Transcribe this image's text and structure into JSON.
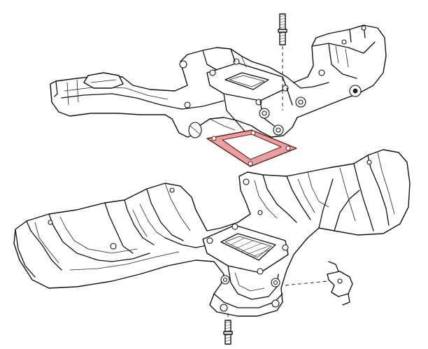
{
  "diagram": {
    "parts": [
      {
        "id": "upper-manifold",
        "label": ""
      },
      {
        "id": "gasket",
        "label": ""
      },
      {
        "id": "lower-manifold",
        "label": ""
      },
      {
        "id": "upper-stud",
        "label": ""
      },
      {
        "id": "lower-stud",
        "label": ""
      },
      {
        "id": "bracket",
        "label": ""
      }
    ],
    "colors": {
      "line": "#111111",
      "gasket": "#e8a0a0",
      "gasket_stroke": "#6a1f1f",
      "background": "#ffffff"
    }
  }
}
